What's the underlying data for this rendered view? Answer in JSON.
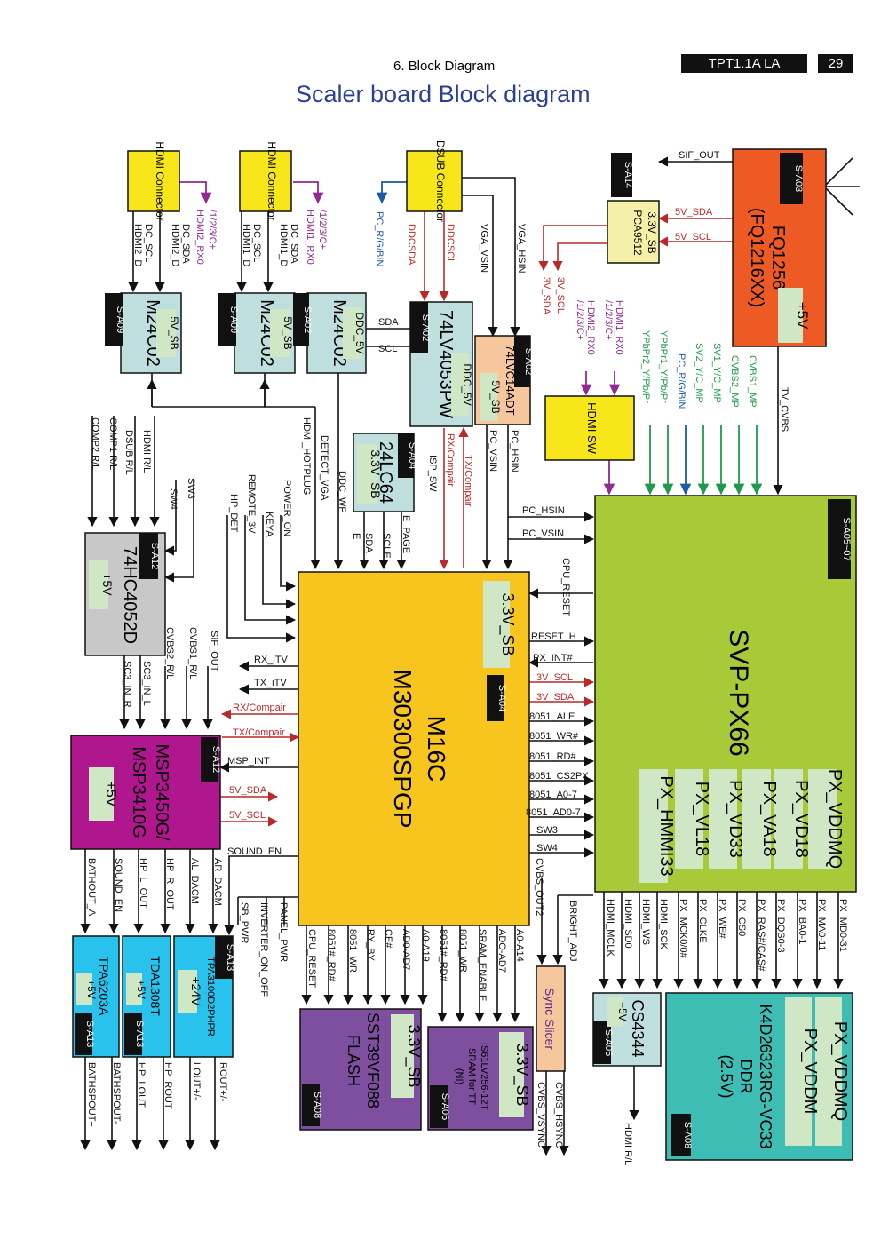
{
  "header": {
    "section": "6. Block Diagram",
    "model": "TPT1.1A LA",
    "page": "29",
    "title": "Scaler board Block diagram"
  },
  "colors": {
    "yellow": "#f7e61a",
    "mcu": "#f7c51e",
    "svp": "#a9ca38",
    "msp": "#b0178f",
    "tuner": "#ee5a24",
    "flash": "#7e4f9f",
    "amp": "#29c2ec",
    "ddr": "#3dbdb3",
    "eeprom": "#bedfde",
    "mux": "#c8c8c8",
    "orange": "#f6c79c",
    "lightyellow": "#f5f0a8",
    "lightgreen": "#cfe7c5",
    "grey": "#666666",
    "red": "#b82a2a",
    "purple": "#8f2b91",
    "green": "#1f9a4a",
    "blue": "#1c5aa6"
  },
  "blocks": {
    "hdmi2_conn": "HDMI Connector",
    "hdmi1_conn": "HDMI Connector",
    "dsub_conn": "DSUB Connector",
    "pca": {
      "name": "PCA9512",
      "sub": "3.3V_SB",
      "tag": "S-A14"
    },
    "tuner": {
      "name": "FQ1256",
      "name2": "(FQ1216XX)",
      "sub": "+5V",
      "tag": "S-A03"
    },
    "eeprom_a": {
      "name": "M24C02",
      "sub": "5V_SB",
      "tag": "S-A09"
    },
    "eeprom_b": {
      "name": "M24C02",
      "sub": "5V_SB",
      "tag": "S-A09"
    },
    "eeprom_c": {
      "name": "M24C02",
      "sub": "DDC_5V",
      "tag": "S-A02"
    },
    "switch_4053": {
      "name": "74LV4053PW",
      "sub": "DDC_5V",
      "tag": "S-A02"
    },
    "schmitt": {
      "name": "74LVC14ADT",
      "sub": "5V_SB",
      "tag": "S-A02"
    },
    "hdmi_sw": "HDMI SW",
    "eeprom_24": {
      "name": "24LC64",
      "sub": "3.3V_SB",
      "tag": "S-A04"
    },
    "mux": {
      "name": "74HC4052D",
      "sub": "+5V",
      "tag": "S-A12"
    },
    "mcu": {
      "name": "M16C",
      "name2": "M30300SPGP",
      "sub": "3.3V_SB",
      "tag": "S-A04"
    },
    "svp": {
      "name": "SVP-PX66",
      "tag": "S-A05~07",
      "rails": [
        "PX_VDDMQ",
        "PX_VD18",
        "PX_VA18",
        "PX_VD33",
        "PX_VL18",
        "PX_HMMI33"
      ]
    },
    "msp": {
      "name": "MSP3450G/",
      "name2": "MSP3410G",
      "sub": "+5V",
      "tag": "S-A12"
    },
    "amp1": {
      "name": "TPA6203A",
      "sub": "+5V",
      "tag": "S-A13"
    },
    "amp2": {
      "name": "TDA1308T",
      "sub": "+5V",
      "tag": "S-A13"
    },
    "amp3": {
      "name": "TPA3100D2PHPR",
      "sub": "+24V",
      "tag": "S-A13"
    },
    "flash": {
      "name": "SST39VF088",
      "name2": "FLASH",
      "sub": "3.3V_SB",
      "tag": "S-A08"
    },
    "sram": {
      "name": "IS61LV256-12T",
      "name2": "SRAM for TT",
      "name3": "(NI)",
      "sub": "3.3V_SB",
      "tag": "S-A06"
    },
    "sync": "Sync Slicer",
    "cs4344": {
      "name": "CS4344",
      "sub": "+5V",
      "tag": "S-A05"
    },
    "ddr": {
      "name": "K4D26323RG-VC33",
      "name2": "DDR",
      "name3": "(2.5V)",
      "rails": [
        "PX_VDDMQ",
        "PX_VDDM"
      ],
      "tag": "S-A08"
    }
  },
  "signals": {
    "hdmi2_rx": "HDMI2_RX0",
    "hdmi2_rx2": "/1/2/3/C+",
    "hdmi2_dsda": "HDMI2_D",
    "hdmi2_dsda2": "DC_SDA",
    "hdmi2_dscl": "HDMI2_D",
    "hdmi2_dscl2": "DC_SCL",
    "hdmi1_rx": "HDMI1_RX0",
    "hdmi1_rx2": "/1/2/3/C+",
    "hdmi1_dsda": "HDMI1_D",
    "hdmi1_dsda2": "DC_SDA",
    "hdmi1_dscl": "HDMI1_D",
    "hdmi1_dscl2": "DC_SCL",
    "pc_rgb": "PC_R/G/BIN",
    "ddcsda": "DDCSDA",
    "ddcscl": "DDCSCL",
    "vga_vsin": "VGA_VSIN",
    "vga_hsin": "VGA_HSIN",
    "sif_out": "SIF_OUT",
    "v5_sda": "5V_SDA",
    "v5_scl": "5V_SCL",
    "v3_scl": "3V_SCL",
    "v3_sda": "3V_SDA",
    "hdmi1_rx_b": "HDMI1_RX0",
    "hdmi1_rx_b2": "/1/2/3/C+",
    "hdmi2_rx_b": "HDMI2_RX0",
    "hdmi2_rx_b2": "/1/2/3/C+",
    "ypbpr2": "YPbPr2_Y/Pb/Pr",
    "ypbpr1": "YPbPr1_Y/Pb/Pr",
    "pc_rgb2": "PC_R/G/BIN",
    "sv2": "SV2_Y/C_MP",
    "sv1": "SV1_Y/C_MP",
    "cvbs2": "CVBS2_MP",
    "cvbs1": "CVBS1_MP",
    "tv_cvbs": "TV_CVBS",
    "sda": "SDA",
    "scl": "SCL",
    "hdmi_hotplug": "HDMI_HOTPLUG",
    "detect_vga": "DETECT_VGA",
    "ddc_wp": "DDC_WP",
    "isp_sw": "ISP_SW",
    "rx_compair": "RX/Compair",
    "tx_compair": "TX/Compair",
    "pc_vsin": "PC_VSIN",
    "pc_hsin": "PC_HSIN",
    "sda_m": "SDA",
    "scle": "SCLE",
    "e": "E",
    "e_page": "E_PAGE",
    "hdmi_rl": "HDMI R/L",
    "dsub_rl": "DSUB R/L",
    "comp1_rl": "COMP1 R/L",
    "comp2_rl": "COMP2 R/L",
    "sw3": "SW3",
    "sw4": "SW4",
    "remote": "REMOTE_3V",
    "hp_det": "HP_DET",
    "power_on": "POWER_ON",
    "keya": "KEYA",
    "pc_hsin_h": "PC_HSIN",
    "pc_vsin_h": "PC_VSIN",
    "cpu_reset": "CPU_RESET",
    "reset_h": "RESET_H",
    "px_int": "PX_INT#",
    "v3_scl_h": "3V_SCL",
    "v3_sda_h": "3V_SDA",
    "ale": "8051_ALE",
    "wr": "8051_WR#",
    "rd": "8051_RD#",
    "cs2": "8051_CS2PX",
    "a07": "8051_A0-7",
    "ad07": "8051_AD0-7",
    "sw3_h": "SW3",
    "sw4_h": "SW4",
    "sif_out_b": "SIF_OUT",
    "cvbs1_rl": "CVBS1_R/L",
    "cvbs2_rl": "CVBS2_R/L",
    "sc3_in_l": "SC3_IN_L",
    "sc3_in_r": "SC3_IN_R",
    "rx_itv": "RX_iTV",
    "tx_itv": "TX_iTV",
    "rx_compair_h": "RX/Compair",
    "tx_compair_h": "TX/Compair",
    "msp_int": "MSP_INT",
    "v5_sda_h": "5V_SDA",
    "v5_scl_h": "5V_SCL",
    "sound_en": "SOUND_EN",
    "bathout_a": "BATHOUT_A",
    "sound_en_v": "SOUND_EN",
    "hp_l_out": "HP_L_OUT",
    "hp_r_out": "HP_R_OUT",
    "al_dacm": "AL_DACM",
    "ar_dacm": "AR_DACM",
    "sb_pwr": "SB_PWR",
    "inverter": "INVERTER_ON_OFF",
    "panel_pwr": "PANEL_PWR",
    "cpu_reset_b": "CPU_RESET",
    "f_rd": "8051#_RD#",
    "f_wr": "8051_WR",
    "ry_by": "RY_BY",
    "ce": "CE#",
    "ad0_ad7": "AD0-AD7",
    "a0_a19": "A0-A19",
    "s_rd": "8051#_RD#",
    "s_wr": "8051_WR",
    "sram_en": "SRAM_ENABLE",
    "s_ad": "ADO-AD7",
    "s_a": "A0-A14",
    "cvbs_out2": "CVBS_OUT2",
    "bright_adj": "BRIGHT_ADJ",
    "cvbs_hsync": "CVBS_HSYNC",
    "cvbs_vsync": "CVBS_VSYNC",
    "hdmi_mclk": "HDMI_MCLK",
    "hdmi_sd0": "HDMI_SD0",
    "hdmi_ws": "HDMI_WS",
    "hdmi_sck": "HDMI_SCK",
    "hdmi_rl_out": "HDMI R/L",
    "px_mck": "PX_MCK0/0#",
    "px_clke": "PX_CLKE",
    "px_we": "PX_WE#",
    "px_cs0": "PX_CS0",
    "px_ras": "PX_RAS#/CAS#",
    "px_dqs": "PX_DQS0-3",
    "px_ba": "PX_BA0-1",
    "px_ma": "PX_MA0-11",
    "px_md": "PX_MD0-31",
    "bathspout_p": "BATHSPOUT+",
    "bathspout_m": "BATHSPOUT-",
    "hp_lout": "HP_LOUT",
    "hp_rout": "HP_ROUT",
    "lout": "LOUT+/-",
    "rout": "ROUT+/-"
  }
}
